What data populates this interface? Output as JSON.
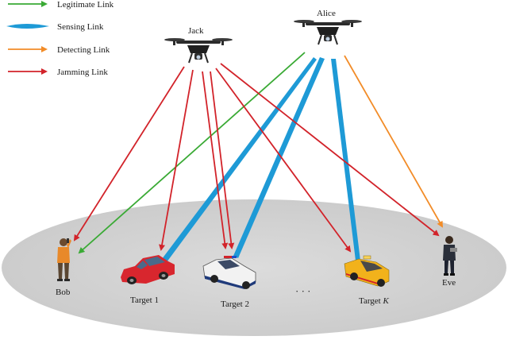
{
  "legend": {
    "items": [
      {
        "label": "Legitimate Link",
        "color": "#3aaa35",
        "style": "arrow"
      },
      {
        "label": "Sensing Link",
        "color": "#1e9ad6",
        "style": "beam"
      },
      {
        "label": "Detecting Link",
        "color": "#f28c28",
        "style": "arrow"
      },
      {
        "label": "Jamming Link",
        "color": "#d2232a",
        "style": "arrow"
      }
    ]
  },
  "nodes": {
    "jack": {
      "label": "Jack",
      "icon": "drone-icon"
    },
    "alice": {
      "label": "Alice",
      "icon": "drone-icon"
    },
    "bob": {
      "label": "Bob",
      "icon": "person-phone-icon"
    },
    "eve": {
      "label": "Eve",
      "icon": "person-eavesdropper-icon"
    },
    "target1": {
      "label": "Target 1",
      "icon": "red-car-icon"
    },
    "target2": {
      "label": "Target 2",
      "icon": "police-car-icon"
    },
    "targetK": {
      "label_prefix": "Target ",
      "label_k": "K",
      "icon": "taxi-icon"
    },
    "dots": {
      "label": "· · ·"
    }
  },
  "colors": {
    "ground": "#d3d3d3",
    "legitimate": "#3aaa35",
    "sensing": "#1e9ad6",
    "detecting": "#f28c28",
    "jamming": "#d2232a"
  }
}
